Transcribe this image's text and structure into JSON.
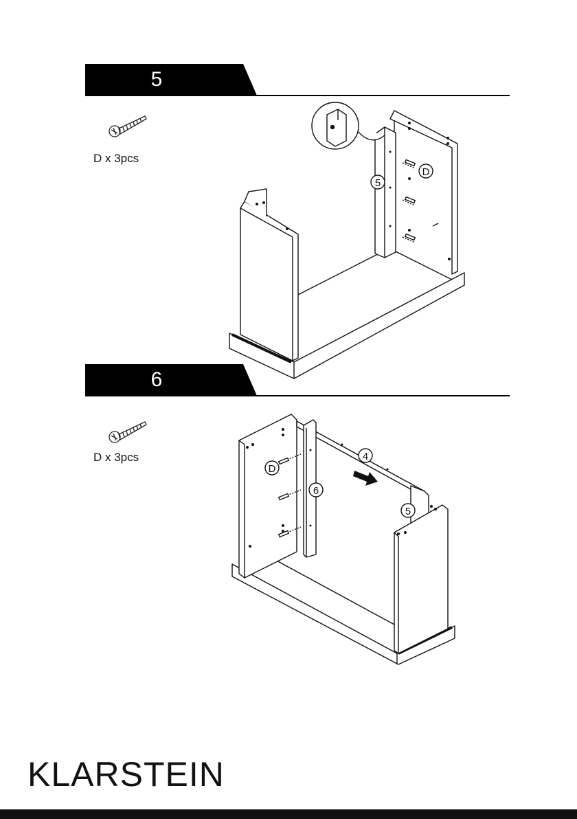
{
  "steps": [
    {
      "number": "5",
      "parts": "D x 3pcs",
      "callouts": {
        "panel": "5",
        "screw": "D"
      }
    },
    {
      "number": "6",
      "parts": "D x 3pcs",
      "callouts": {
        "rail": "4",
        "panel_new": "6",
        "panel_prev": "5",
        "screw": "D"
      }
    }
  ],
  "brand": "KLARSTEIN"
}
